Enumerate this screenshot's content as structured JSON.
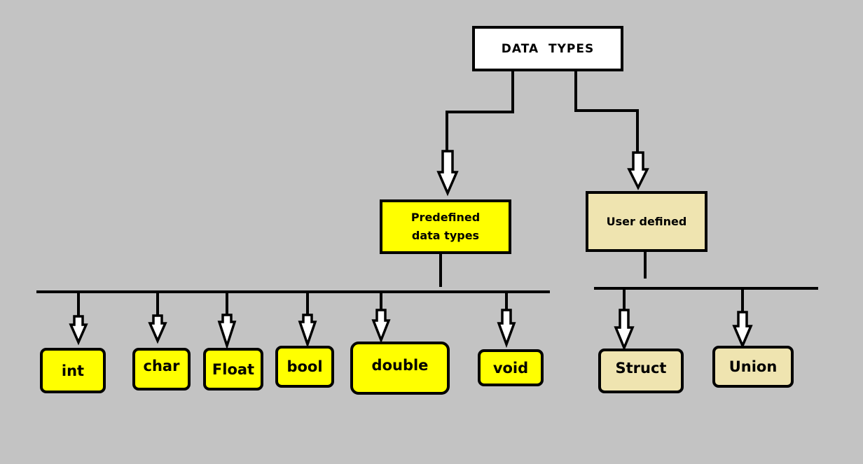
{
  "root": {
    "label": "DATA  TYPES"
  },
  "categories": {
    "predefined": {
      "label_line1": "Predefined",
      "label_line2": "data types"
    },
    "user_defined": {
      "label": "User defined"
    }
  },
  "predefined_types": [
    "int",
    "char",
    "Float",
    "bool",
    "double",
    "void"
  ],
  "user_defined_types": [
    "Struct",
    "Union"
  ],
  "colors": {
    "background": "#c3c3c3",
    "root_fill": "#ffffff",
    "predefined_fill": "#ffff00",
    "user_defined_fill": "#efe4b0",
    "stroke": "#000000"
  }
}
